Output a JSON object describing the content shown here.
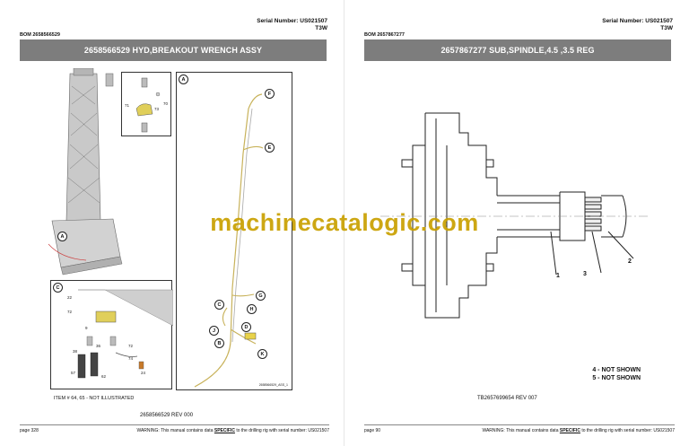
{
  "left_page": {
    "serial_label": "Serial Number: US021507",
    "model": "T3W",
    "bom": "BOM 2658566529",
    "title": "2658566529 HYD,BREAKOUT WRENCH ASSY",
    "figure_caption": "ITEM # 64, 65 - NOT ILLUSTRATED",
    "revision": "2658566529 REV 000",
    "page_number": "page 328",
    "warning_prefix": "WARNING:  This manual contains data ",
    "warning_emph": "SPECIFIC",
    "warning_suffix": " to the drilling rig with serial number: US021507",
    "view_a_callout": "A",
    "view_c_callout": "C",
    "hose_callouts": [
      "F",
      "E",
      "G",
      "H",
      "C",
      "D",
      "J",
      "B",
      "K"
    ],
    "part_labels_top": [
      "71",
      "73",
      "70"
    ],
    "part_labels_c": [
      "22",
      "72",
      "9",
      "36",
      "72",
      "38",
      "74",
      "57",
      "62",
      "24"
    ],
    "drawing_id": "2658566529_ASS_1"
  },
  "right_page": {
    "serial_label": "Serial Number: US021507",
    "model": "T3W",
    "bom": "BOM 2657867277",
    "title": "2657867277 SUB,SPINDLE,4.5 ,3.5 REG",
    "item_numbers": [
      "1",
      "3",
      "2"
    ],
    "not_shown": [
      "4 - NOT SHOWN",
      "5 - NOT SHOWN"
    ],
    "revision": "TB2657699654 REV 007",
    "page_number": "page 90",
    "warning_prefix": "WARNING:  This manual contains data ",
    "warning_emph": "SPECIFIC",
    "warning_suffix": " to the drilling rig with serial number: US021507"
  },
  "watermark": "machinecatalogic.com",
  "colors": {
    "banner": "#7d7d7d",
    "watermark": "#c9a000",
    "hose": "#c8b25a",
    "callout_yellow": "#e8d24a"
  }
}
